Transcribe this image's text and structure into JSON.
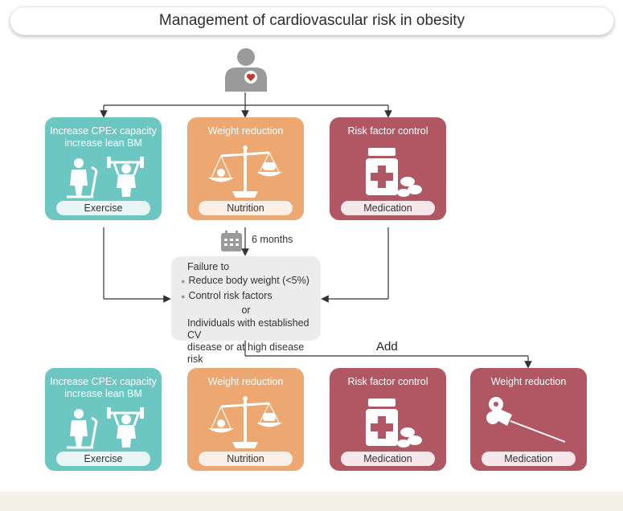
{
  "title": "Management of cardiovascular risk in obesity",
  "top_row": [
    {
      "label_lines": [
        "Increase CPEx capacity",
        "increase lean BM"
      ],
      "pill": "Exercise",
      "color": "#6cc6c2"
    },
    {
      "label_lines": [
        "Weight reduction"
      ],
      "pill": "Nutrition",
      "color": "#eca870"
    },
    {
      "label_lines": [
        "Risk factor control"
      ],
      "pill": "Medication",
      "color": "#b15764"
    }
  ],
  "interval": "6 months",
  "failure": {
    "title": "Failure to",
    "bullets": [
      "Reduce body weight (<5%)",
      "Control risk factors"
    ],
    "or": "or",
    "individuals_lines": [
      "Individuals with established CV",
      "disease or at high disease risk"
    ]
  },
  "add_label": "Add",
  "bottom_row": [
    {
      "label_lines": [
        "Increase CPEx capacity",
        "increase lean BM"
      ],
      "pill": "Exercise",
      "color": "#6cc6c2"
    },
    {
      "label_lines": [
        "Weight reduction"
      ],
      "pill": "Nutrition",
      "color": "#eca870"
    },
    {
      "label_lines": [
        "Risk factor control"
      ],
      "pill": "Medication",
      "color": "#b15764"
    },
    {
      "label_lines": [
        "Weight reduction"
      ],
      "pill": "Medication",
      "color": "#b15764"
    }
  ],
  "icons": [
    "person-heart-icon",
    "treadmill-icon",
    "weightlifter-icon",
    "scale-icon",
    "pill-bottle-icon",
    "pills-icon",
    "calendar-icon",
    "injection-pen-icon"
  ]
}
